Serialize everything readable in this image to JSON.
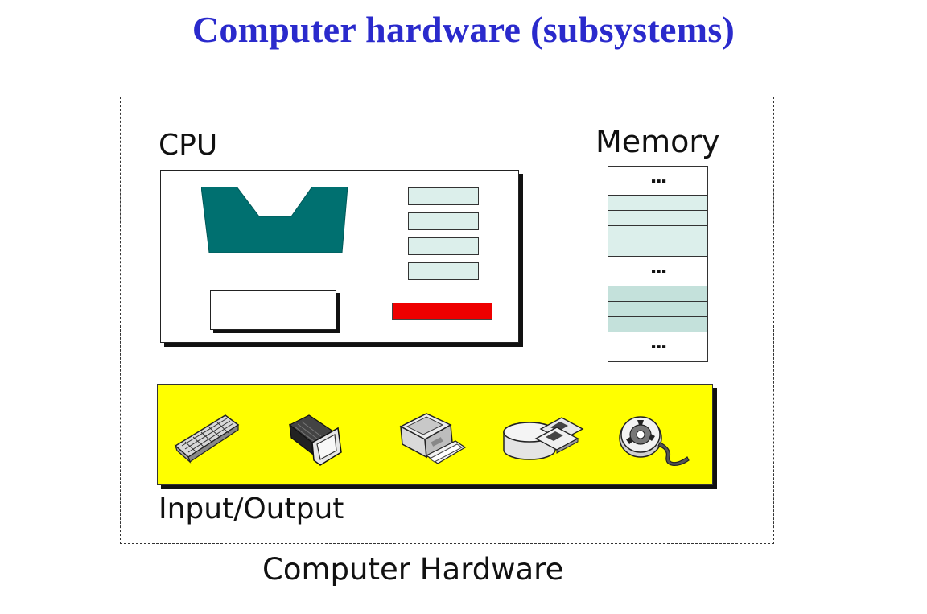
{
  "slide": {
    "title": "Computer hardware (subsystems)"
  },
  "diagram": {
    "cpu_label": "CPU",
    "memory_label": "Memory",
    "io_label": "Input/Output",
    "frame_caption": "Computer Hardware",
    "memory_ellipsis": "⋮",
    "io_devices": [
      "keyboard-icon",
      "monitor-icon",
      "printer-icon",
      "disk-icon",
      "tape-reel-icon"
    ],
    "colors": {
      "title": "#2a2acc",
      "alu": "#007070",
      "register_fill": "#dcefeb",
      "red_bar": "#ee0000",
      "io_background": "#ffff00"
    }
  }
}
